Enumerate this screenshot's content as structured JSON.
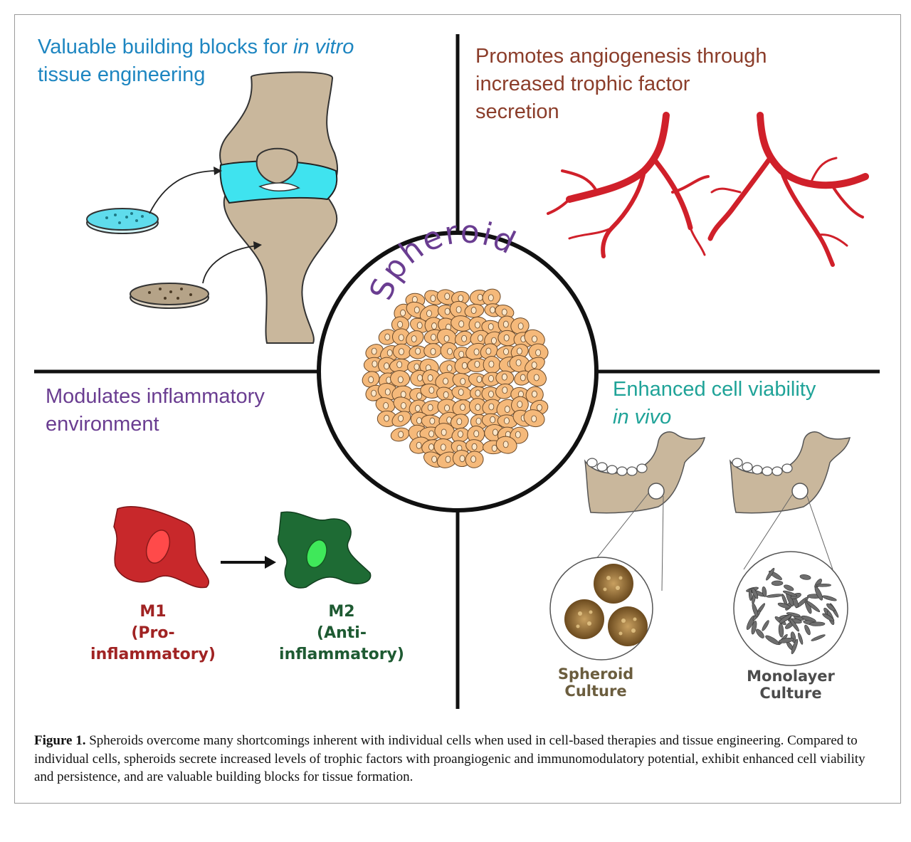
{
  "quadrants": {
    "top_left": {
      "line1_prefix": "Valuable building blocks for ",
      "line1_italic": "in vitro",
      "line2": "tissue engineering"
    },
    "top_right": {
      "text": "Promotes angiogenesis through increased trophic factor secretion"
    },
    "bottom_left": {
      "text": "Modulates inflammatory environment"
    },
    "bottom_right": {
      "line1": "Enhanced cell viability",
      "line2_italic": "in vivo"
    }
  },
  "center": {
    "title": "Spheroid"
  },
  "macrophages": {
    "m1_name": "M1",
    "m1_desc": "(Pro-inflammatory)",
    "m2_name": "M2",
    "m2_desc": "(Anti-inflammatory)"
  },
  "cultures": {
    "spheroid_label": "Spheroid Culture",
    "monolayer_label": "Monolayer Culture"
  },
  "caption": {
    "label": "Figure 1.",
    "text": " Spheroids overcome many shortcomings inherent with individual cells when used in cell-based therapies and tissue engineering. Compared to individual cells, spheroids secrete increased levels of trophic factors with proangiogenic and immunomodulatory potential, exhibit enhanced cell viability and persistence, and are valuable building blocks for tissue formation."
  },
  "colors": {
    "bone": "#c9b79c",
    "cartilage": "#3fe3ef",
    "vessel": "#d0202a",
    "spheroid_cell": "#f5b97a",
    "m1_cell": "#c8282b",
    "m2_cell": "#1e6b34",
    "divider": "#111111"
  }
}
